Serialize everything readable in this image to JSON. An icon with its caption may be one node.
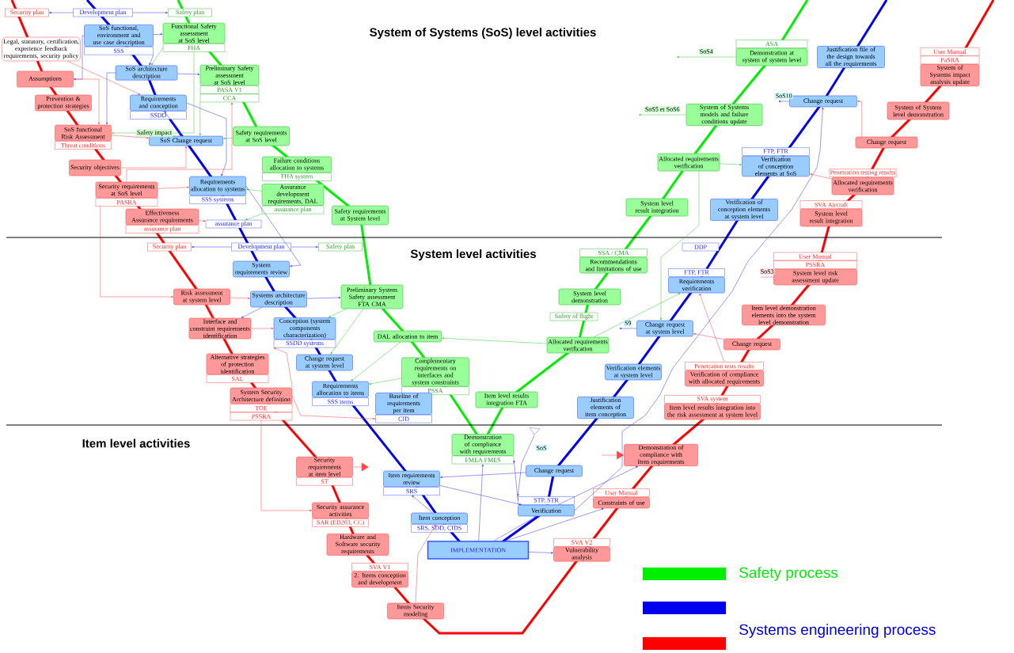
{
  "diagram": {
    "nodes": [
      {
        "text": [
          "Security plan"
        ]
      },
      {
        "text": [
          "Development plan"
        ]
      },
      {
        "text": [
          "Safety plan"
        ]
      },
      {
        "text": [
          "SoS functional, environment and use case description",
          "SSS"
        ]
      },
      {
        "text": [
          "Legal, statutory, certification, experience feedback requirements, security policy"
        ]
      },
      {
        "text": [
          "Functional Safety assessment at SoS level",
          "FHA"
        ]
      },
      {
        "text": [
          "Assumptions"
        ]
      },
      {
        "text": [
          "SoS architecture description"
        ]
      },
      {
        "text": [
          "Preliminary Safety assessment at SoS level",
          "PASA V1",
          "CCA"
        ]
      },
      {
        "text": [
          "Prevention & protection strategies"
        ]
      },
      {
        "text": [
          "Requirements and conception",
          "SSDD"
        ]
      },
      {
        "text": [
          "SoS functional Risk Assessment",
          "Threat conditions"
        ]
      },
      {
        "text": [
          "SoS Change request"
        ]
      },
      {
        "text": [
          "Safety requirements at SoS level"
        ]
      },
      {
        "text": [
          "Security objectives"
        ]
      },
      {
        "text": [
          "Failure conditions allocation to systems",
          "FHA system"
        ]
      },
      {
        "text": [
          "Security requirements at SoS level",
          "PASRA"
        ]
      },
      {
        "text": [
          "Requirements allocation to systems",
          "SSS systems"
        ]
      },
      {
        "text": [
          "Assurance development requirements, DAL",
          "assurance plan"
        ]
      },
      {
        "text": [
          "Effectiveness Assurance requirements",
          "assurance plan"
        ]
      },
      {
        "text": [
          "assurance plan"
        ]
      },
      {
        "text": [
          "Safety requirements at System level"
        ]
      },
      {
        "text": [
          "ASA",
          "Demonstration at system of system level"
        ]
      },
      {
        "text": [
          "Justification file of the design towards all the requirements"
        ]
      },
      {
        "text": [
          "User Manual",
          "PaSRA",
          "System of Systems impact analysis update"
        ]
      },
      {
        "text": [
          "System of Systems models and failure conditions update"
        ]
      },
      {
        "text": [
          "Change request"
        ]
      },
      {
        "text": [
          "System of System level demonstration"
        ]
      },
      {
        "text": [
          "Change request"
        ]
      },
      {
        "text": [
          "Allocated requirements verification"
        ]
      },
      {
        "text": [
          "FTP, FTR",
          "Verification of conception elements at SoS"
        ]
      },
      {
        "text": [
          "Penetration testing results",
          "Allocated requirements verification"
        ]
      },
      {
        "text": [
          "System level result integration"
        ]
      },
      {
        "text": [
          "Verification of conception elements at system level"
        ]
      },
      {
        "text": [
          "SVA Aircraft",
          "System level result integration"
        ]
      },
      {
        "text": [
          "Security plan"
        ]
      },
      {
        "text": [
          "Development plan"
        ]
      },
      {
        "text": [
          "Safety plan"
        ]
      },
      {
        "text": [
          "System requirements review"
        ]
      },
      {
        "text": [
          "Risk assessment at system level"
        ]
      },
      {
        "text": [
          "Systems architecture description"
        ]
      },
      {
        "text": [
          "Preliminary System Safety assessment FTA CMA"
        ]
      },
      {
        "text": [
          "Interface and constraint requirements identification"
        ]
      },
      {
        "text": [
          "Conception (system components characterization)",
          "SSDD systems"
        ]
      },
      {
        "text": [
          "DAL allocation to item"
        ]
      },
      {
        "text": [
          "Change request at system level"
        ]
      },
      {
        "text": [
          "Alternative strategies of protection identification",
          "SAL"
        ]
      },
      {
        "text": [
          "Complementary requirements on interfaces and system constraints",
          "PSSA"
        ]
      },
      {
        "text": [
          "Requirements allocation to items",
          "SSS items"
        ]
      },
      {
        "text": [
          "System Security Architecture definition",
          "TOE",
          "PSSRA"
        ]
      },
      {
        "text": [
          "Baseline of requirements per item",
          "CID"
        ]
      },
      {
        "text": [
          "SSA / CMA",
          "Recommendations and limitations of use"
        ]
      },
      {
        "text": [
          "DDP"
        ]
      },
      {
        "text": [
          "User Manual",
          "PSSRA",
          "System level risk assessment update"
        ]
      },
      {
        "text": [
          "FTP, FTR",
          "Requirements verification"
        ]
      },
      {
        "text": [
          "System level demonstration"
        ]
      },
      {
        "text": [
          "Item level demonstration elements into the system level demonstration"
        ]
      },
      {
        "text": [
          "Safety of flight"
        ]
      },
      {
        "text": [
          "Change request at system level"
        ]
      },
      {
        "text": [
          "Change request"
        ]
      },
      {
        "text": [
          "Allocated requirements verification"
        ]
      },
      {
        "text": [
          "Verification elements at system level"
        ]
      },
      {
        "text": [
          "Penetration tests results",
          "Verification of compliance with allocated requirements"
        ]
      },
      {
        "text": [
          "Item level results integration FTA"
        ]
      },
      {
        "text": [
          "Justification elements of item conception"
        ]
      },
      {
        "text": [
          "SVA system",
          "Item level results integration into the risk assessment at system level"
        ]
      },
      {
        "text": [
          "Demonstration of compliance with requirements",
          "FMEA FMES"
        ]
      },
      {
        "text": [
          "Security requirements at item level",
          "ST"
        ]
      },
      {
        "text": [
          "Item requirements review",
          "SRS"
        ]
      },
      {
        "text": [
          "Change request"
        ]
      },
      {
        "text": [
          "Demonstration of compliance with Item requirements"
        ]
      },
      {
        "text": [
          "STP, STR",
          "Verification"
        ]
      },
      {
        "text": [
          "Security assurance activities",
          "SAR (ED203, CC)"
        ]
      },
      {
        "text": [
          "Item conception",
          "SRS, SDD, CIDS"
        ]
      },
      {
        "text": [
          "User Manual",
          "Constraints of use"
        ]
      },
      {
        "text": [
          "Hardware and Software security requirements"
        ]
      },
      {
        "text": [
          "IMPLEMENTATION"
        ]
      },
      {
        "text": [
          "SVA V2",
          "Vulnerability analysis"
        ]
      },
      {
        "text": [
          "SVA V1",
          "2. Items conception and development"
        ]
      },
      {
        "text": [
          "Items Security modeling"
        ]
      }
    ],
    "edges": [
      {
        "from": 1,
        "to": 0,
        "arrow": "to"
      },
      {
        "from": 1,
        "to": 2,
        "arrow": "to"
      },
      {
        "from": 3,
        "to": 5,
        "arrow": "to"
      },
      {
        "from": 3,
        "to": 6,
        "arrow": "to"
      },
      {
        "from": 3,
        "to": 7,
        "arrow": "to"
      },
      {
        "from": 4,
        "to": 10,
        "arrow": "to",
        "color": "#ff4444"
      },
      {
        "from": 6,
        "to": 11,
        "arrow": "to",
        "color": "#ff4444"
      },
      {
        "from": 7,
        "to": 8,
        "arrow": "to"
      },
      {
        "from": 7,
        "to": 11,
        "arrow": "to"
      },
      {
        "from": 5,
        "to": 7,
        "arrow": "to",
        "color": "#33cc33"
      },
      {
        "from": 5,
        "to": 11,
        "arrow": "to",
        "label": "Safety impact",
        "color": "#33cc33"
      },
      {
        "from": 8,
        "to": 12,
        "arrow": "to",
        "color": "#33cc33"
      },
      {
        "from": 13,
        "to": 12,
        "arrow": "to",
        "color": "#33cc33"
      },
      {
        "from": 11,
        "to": 12,
        "arrow": "to",
        "color": "#ff4444"
      },
      {
        "from": 14,
        "to": 12,
        "arrow": "to",
        "color": "#ff4444"
      },
      {
        "from": 16,
        "to": 17,
        "arrow": "to",
        "color": "#ff4444"
      },
      {
        "from": 16,
        "to": 8,
        "arrow": "to",
        "color": "#ff4444"
      },
      {
        "from": 10,
        "to": 17,
        "arrow": "to"
      },
      {
        "from": 12,
        "to": 10,
        "arrow": "to"
      },
      {
        "from": 18,
        "to": 17,
        "arrow": "to",
        "color": "#33cc33"
      },
      {
        "from": 18,
        "to": 20,
        "arrow": "to",
        "color": "#33cc33"
      },
      {
        "from": 19,
        "to": 20,
        "arrow": "to",
        "color": "#ff4444"
      },
      {
        "from": 17,
        "to": 38,
        "arrow": "to"
      },
      {
        "from": 22,
        "to": null,
        "arrow": "to",
        "label": "SoS4",
        "color": "#33cc33"
      },
      {
        "from": 25,
        "to": null,
        "arrow": "to",
        "label": "SoS5 et SoS6",
        "color": "#33cc33"
      },
      {
        "from": 26,
        "to": null,
        "arrow": "to",
        "label": "SoS10"
      },
      {
        "from": 28,
        "to": 26,
        "arrow": "to",
        "color": "#ff4444"
      },
      {
        "from": 29,
        "to": 30,
        "arrow": "to",
        "color": "#33cc33"
      },
      {
        "from": 31,
        "to": 30,
        "arrow": "to",
        "color": "#ff4444"
      },
      {
        "from": 29,
        "to": 58,
        "arrow": "to",
        "color": "#33cc33"
      },
      {
        "from": 16,
        "to": 39,
        "arrow": "to",
        "color": "#ff4444"
      },
      {
        "from": 36,
        "to": 35,
        "arrow": "to"
      },
      {
        "from": 36,
        "to": 37,
        "arrow": "to"
      },
      {
        "from": 39,
        "to": 40,
        "arrow": "to",
        "color": "#ff4444"
      },
      {
        "from": 40,
        "to": 41,
        "arrow": "to"
      },
      {
        "from": 41,
        "to": 43,
        "arrow": "to",
        "color": "#33cc33"
      },
      {
        "from": 41,
        "to": 45,
        "arrow": "to",
        "color": "#33cc33"
      },
      {
        "from": 39,
        "to": 42,
        "arrow": "to",
        "color": "#ff4444"
      },
      {
        "from": 40,
        "to": 42,
        "arrow": "to"
      },
      {
        "from": 42,
        "to": 43,
        "arrow": "to",
        "color": "#ff4444"
      },
      {
        "from": 48,
        "to": 45,
        "arrow": "to"
      },
      {
        "from": 44,
        "to": 48,
        "arrow": "to",
        "color": "#33cc33"
      },
      {
        "from": 47,
        "to": 48,
        "arrow": "to",
        "color": "#33cc33"
      },
      {
        "from": 49,
        "to": 50,
        "arrow": "to",
        "color": "#ff4444"
      },
      {
        "from": 49,
        "to": 43,
        "arrow": "to",
        "color": "#ff4444"
      },
      {
        "from": 60,
        "to": 44,
        "arrow": "to",
        "color": "#33cc33"
      },
      {
        "from": 60,
        "to": 54,
        "arrow": "to",
        "color": "#33cc33"
      },
      {
        "from": 59,
        "to": 58,
        "arrow": "to",
        "color": "#ff4444"
      },
      {
        "from": 62,
        "to": 54,
        "arrow": "to",
        "color": "#ff4444"
      },
      {
        "from": 58,
        "to": null,
        "arrow": "to",
        "label": "S9"
      },
      {
        "from": 53,
        "to": null,
        "arrow": "none",
        "label": "SoS3",
        "color": "#ff4444"
      },
      {
        "from": 69,
        "to": 68,
        "arrow": "to"
      },
      {
        "from": 68,
        "to": 71,
        "arrow": "to"
      },
      {
        "from": 73,
        "to": 68,
        "arrow": "to"
      },
      {
        "from": 76,
        "to": 66,
        "arrow": "to"
      },
      {
        "from": 71,
        "to": 66,
        "arrow": "to"
      },
      {
        "from": 76,
        "to": 71,
        "arrow": "to"
      },
      {
        "from": 76,
        "to": 74,
        "arrow": "to"
      },
      {
        "from": 76,
        "to": 77,
        "arrow": "to"
      },
      {
        "from": 71,
        "to": 70,
        "arrow": "to"
      },
      {
        "from": 79,
        "to": 73,
        "arrow": "to",
        "color": "#ff4444"
      },
      {
        "from": 49,
        "to": 72,
        "arrow": "to",
        "color": "#ff4444"
      },
      {
        "from": 67,
        "to": null,
        "arrow": "to",
        "color": "#ff4444"
      },
      {
        "from": null,
        "to": 70,
        "arrow": "to",
        "color": "#ff4444"
      },
      {
        "from": null,
        "to": 71,
        "arrow": "to",
        "label": "SoS"
      },
      {
        "from": 71,
        "to": 26,
        "arrow": "to"
      }
    ],
    "labels": [
      "System of Systems (SoS) level activities",
      "System level activities",
      "Item level activities"
    ],
    "legend": [
      {
        "text": "Safety process",
        "color": "#00ee00"
      },
      {
        "text": "Systems engineering process",
        "color": "#0000ee"
      }
    ]
  }
}
